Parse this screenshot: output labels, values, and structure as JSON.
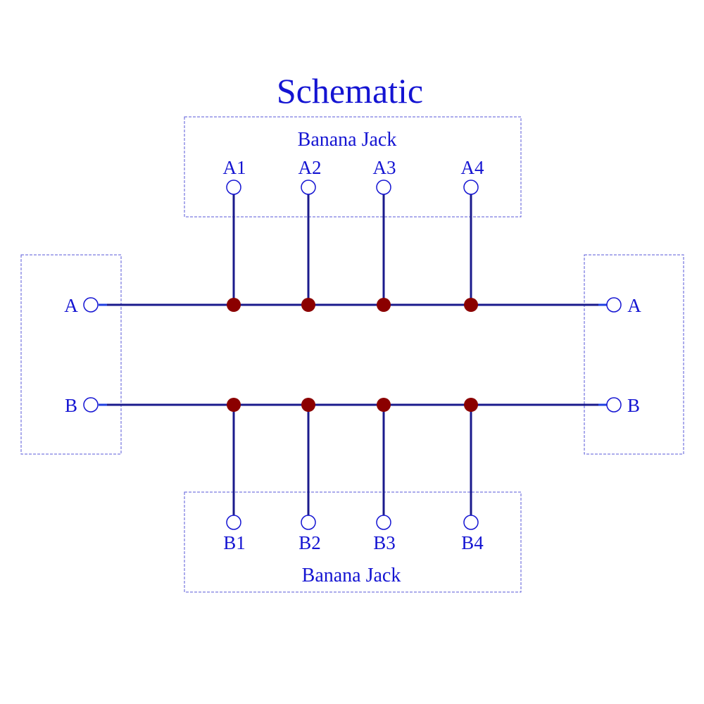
{
  "title": "Schematic",
  "top_block": {
    "label": "Banana Jack",
    "pins": [
      "A1",
      "A2",
      "A3",
      "A4"
    ]
  },
  "bottom_block": {
    "label": "Banana Jack",
    "pins": [
      "B1",
      "B2",
      "B3",
      "B4"
    ]
  },
  "left_block": {
    "rows": [
      "A",
      "B"
    ]
  },
  "right_block": {
    "rows": [
      "A",
      "B"
    ]
  },
  "colors": {
    "text": "#1414d2",
    "wire": "#1a1a8c",
    "wire_stub": "#1f3fe0",
    "junction": "#8b0000",
    "box_border": "#5a5ad8",
    "terminal_stroke": "#1414d2"
  }
}
